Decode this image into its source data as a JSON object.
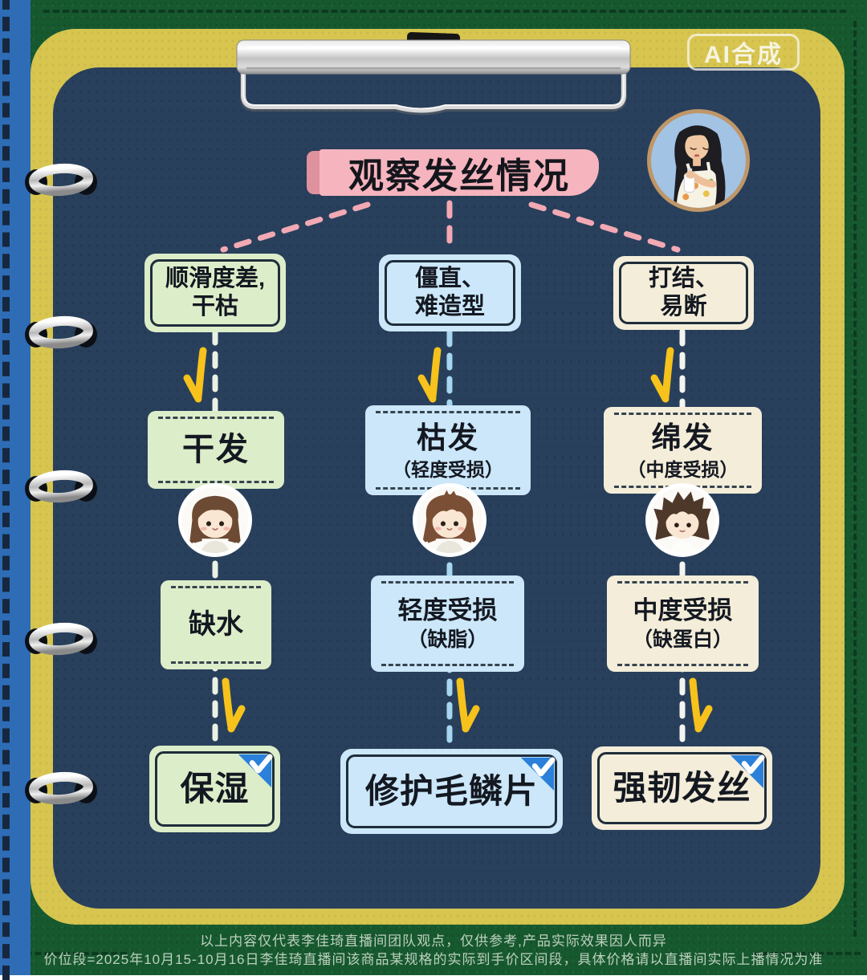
{
  "badge": {
    "label": "AI合成"
  },
  "title": "观察发丝情况",
  "header_avatar": "woman-applying-hair-product-illustration",
  "columns": [
    {
      "name": "dry-hair",
      "box_color": "#dcedc9",
      "avatar": "girl-smooth-brown-hair",
      "symptom_line1": "顺滑度差,",
      "symptom_line2": "干枯",
      "type_main": "干发",
      "cause_main": "缺水",
      "solution": "保湿"
    },
    {
      "name": "withered-hair",
      "box_color": "#cbe7f9",
      "avatar": "girl-frizzy-brown-hair",
      "symptom_line1": "僵直、",
      "symptom_line2": "难造型",
      "type_main": "枯发",
      "type_sub": "（轻度受损）",
      "cause_main": "轻度受损",
      "cause_sub": "（缺脂）",
      "solution": "修护毛鳞片"
    },
    {
      "name": "cotton-hair",
      "box_color": "#f3edd9",
      "avatar": "kid-tangled-dark-hair",
      "symptom_line1": "打结、",
      "symptom_line2": "易断",
      "type_main": "绵发",
      "type_sub": "（中度受损）",
      "cause_main": "中度受损",
      "cause_sub": "（缺蛋白）",
      "solution": "强韧发丝"
    }
  ],
  "footer_line1": "以上内容仅代表李佳琦直播间团队观点，仅供参考,产品实际效果因人而异",
  "footer_line2": "价位段=2025年10月15-10月16日李佳琦直播间该商品某规格的实际到手价区间段，具体价格请以直播间实际上播情况为准",
  "colors": {
    "frame_green": "#17592f",
    "frame_yellow": "#d7c550",
    "board_navy": "#29405c",
    "spine_blue": "#2e6db6",
    "banner_pink": "#f6b4be",
    "banner_edge_pink": "#e0919e",
    "arrow_yellow": "#f6c21b",
    "check_blue": "#2b80d9",
    "column_line_colors": [
      "#eaf2e6",
      "#a6d6f0",
      "#f5f5f0"
    ]
  }
}
